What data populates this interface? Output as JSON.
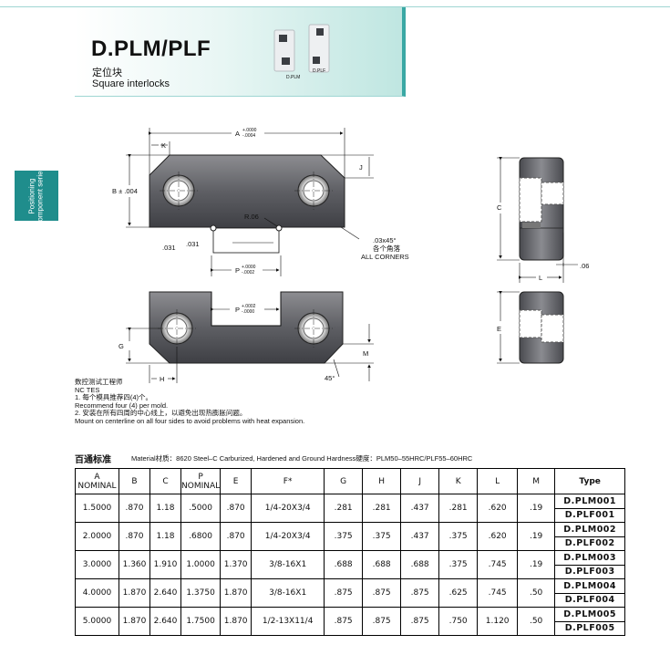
{
  "header": {
    "title": "D.PLM/PLF",
    "subtitle_cn": "定位块",
    "subtitle_en": "Square interlocks",
    "photo_label_plm": "D.PLM",
    "photo_label_plf": "D.PLF"
  },
  "side_tab": {
    "label": "Positioning\ncomponent series"
  },
  "drawing": {
    "dim_a": "A",
    "dim_a_tol_plus": "+.0000",
    "dim_a_tol_minus": "-.0004",
    "dim_k": "K",
    "dim_j": "J",
    "dim_b": "B ± .004",
    "dim_r": "R.06",
    "dim_031_left": ".031",
    "dim_031_mid": ".031",
    "dim_p": "P",
    "dim_p_tol_plus": "+.0000",
    "dim_p_tol_minus": "-.0002",
    "chamfer_1": ".03x45°",
    "chamfer_2": "各个角落",
    "chamfer_3": "ALL CORNERS",
    "dim_p2": "P",
    "dim_p2_tol_plus": "+.0002",
    "dim_p2_tol_minus": "-.0000",
    "dim_g": "G",
    "dim_h": "H",
    "dim_m": "M",
    "dim_angle": "45°",
    "dim_c": "C",
    "dim_l": "L",
    "dim_06": ".06",
    "dim_e": "E"
  },
  "notes": [
    "数控测试工程师",
    "NC TES",
    "1. 每个模具推荐四(4)个。",
    "Recommend four (4) per mold.",
    "2. 安装在所有四周的中心线上，以避免出现热膨胀问题。",
    "Mount on centerline on all four sides to avoid problems with heat expansion."
  ],
  "standard": {
    "label": "百通标准",
    "material": "Material材质：8620 Steel–C Carburized, Hardened and Ground Hardness硬度：PLM50–55HRC/PLF55–60HRC"
  },
  "table": {
    "headers": {
      "a1": "A",
      "a2": "NOMINAL",
      "b": "B",
      "c": "C",
      "p1": "P",
      "p2": "NOMINAL",
      "e": "E",
      "f": "F*",
      "g": "G",
      "h": "H",
      "j": "J",
      "k": "K",
      "l": "L",
      "m": "M",
      "type": "Type"
    },
    "rows": [
      {
        "a": "1.5000",
        "b": ".870",
        "c": "1.18",
        "p": ".5000",
        "e": ".870",
        "f": "1/4-20X3/4",
        "g": ".281",
        "h": ".281",
        "j": ".437",
        "k": ".281",
        "l": ".620",
        "m": ".19",
        "t1": "D.PLM001",
        "t2": "D.PLF001"
      },
      {
        "a": "2.0000",
        "b": ".870",
        "c": "1.18",
        "p": ".6800",
        "e": ".870",
        "f": "1/4-20X3/4",
        "g": ".375",
        "h": ".375",
        "j": ".437",
        "k": ".375",
        "l": ".620",
        "m": ".19",
        "t1": "D.PLM002",
        "t2": "D.PLF002"
      },
      {
        "a": "3.0000",
        "b": "1.360",
        "c": "1.910",
        "p": "1.0000",
        "e": "1.370",
        "f": "3/8-16X1",
        "g": ".688",
        "h": ".688",
        "j": ".688",
        "k": ".375",
        "l": ".745",
        "m": ".19",
        "t1": "D.PLM003",
        "t2": "D.PLF003"
      },
      {
        "a": "4.0000",
        "b": "1.870",
        "c": "2.640",
        "p": "1.3750",
        "e": "1.870",
        "f": "3/8-16X1",
        "g": ".875",
        "h": ".875",
        "j": ".875",
        "k": ".625",
        "l": ".745",
        "m": ".50",
        "t1": "D.PLM004",
        "t2": "D.PLF004"
      },
      {
        "a": "5.0000",
        "b": "1.870",
        "c": "2.640",
        "p": "1.7500",
        "e": "1.870",
        "f": "1/2-13X11/4",
        "g": ".875",
        "h": ".875",
        "j": ".875",
        "k": ".750",
        "l": "1.120",
        "m": ".50",
        "t1": "D.PLM005",
        "t2": "D.PLF005"
      }
    ]
  }
}
